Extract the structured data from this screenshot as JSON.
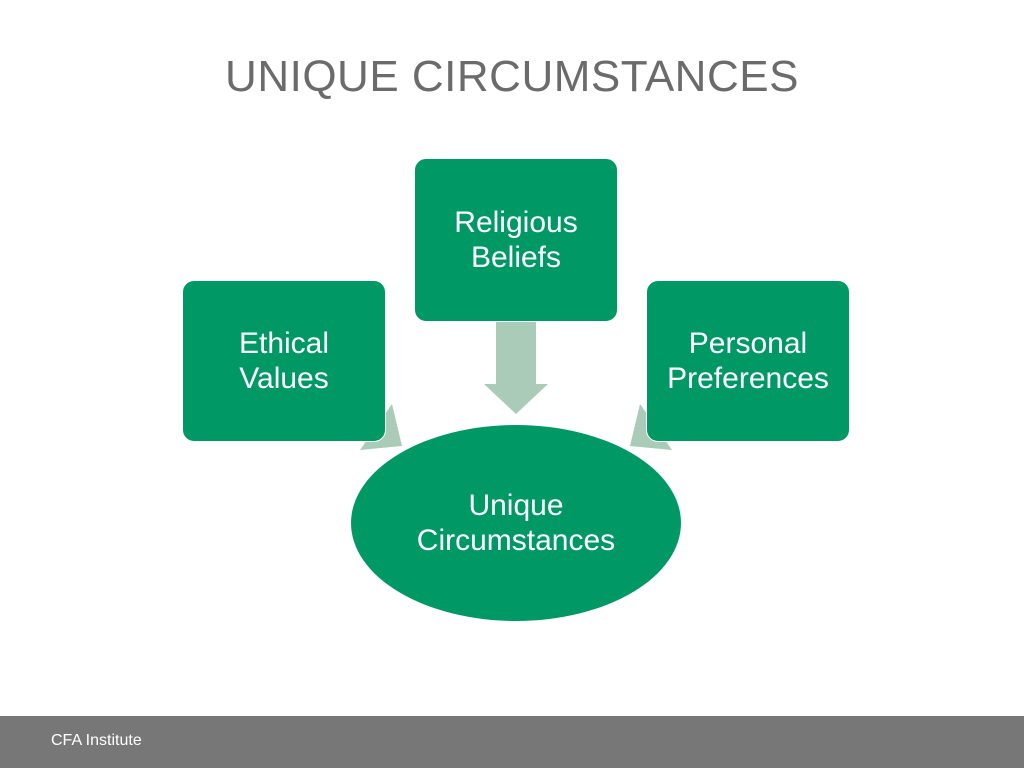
{
  "slide": {
    "title": "UNIQUE CIRCUMSTANCES"
  },
  "diagram": {
    "nodes": {
      "religious": {
        "line1": "Religious",
        "line2": "Beliefs"
      },
      "ethical": {
        "line1": "Ethical",
        "line2": "Values"
      },
      "personal": {
        "line1": "Personal",
        "line2": "Preferences"
      },
      "center": {
        "line1": "Unique",
        "line2": "Circumstances"
      }
    },
    "colors": {
      "node_fill": "#009966",
      "arrow_fill": "#a9cbb7",
      "title": "#6b6b6b",
      "footer": "#777777"
    }
  },
  "footer": {
    "text": "CFA Institute"
  }
}
